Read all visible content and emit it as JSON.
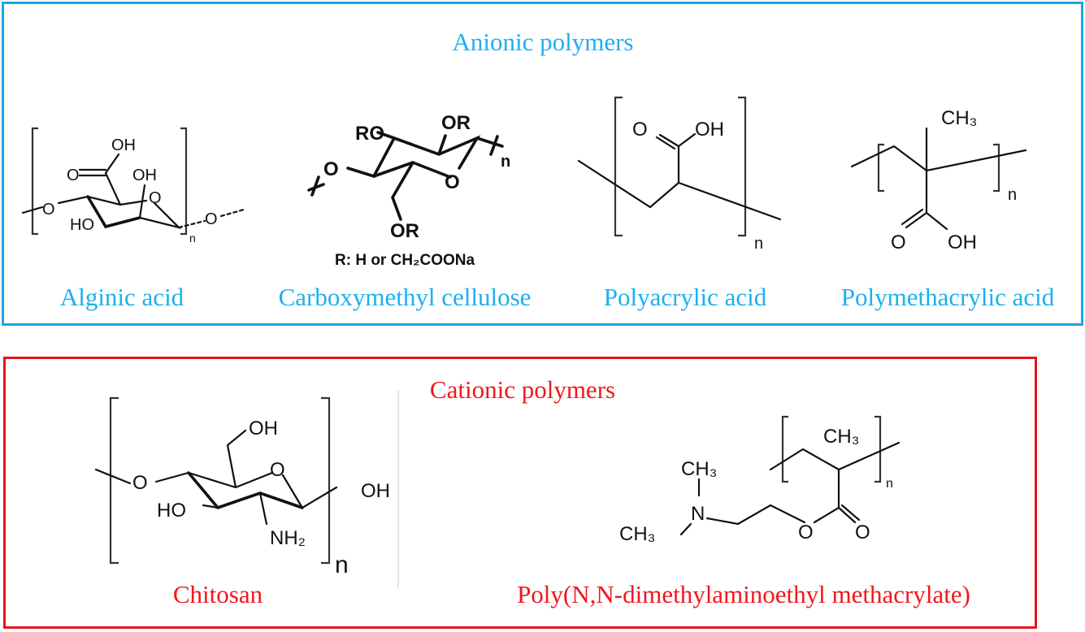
{
  "anionic": {
    "title": "Anionic polymers",
    "color": "#1cb0ee",
    "polymers": [
      {
        "name": "Alginic acid",
        "labels": [
          "OH",
          "O",
          "OH",
          "O",
          "O",
          "HO",
          "n",
          "O"
        ]
      },
      {
        "name": "Carboxymethyl cellulose",
        "labels": [
          "RO",
          "OR",
          "O",
          "O",
          "OR",
          "n"
        ],
        "note": "R: H or CH₂COONa"
      },
      {
        "name": "Polyacrylic acid",
        "labels": [
          "O",
          "OH",
          "n"
        ]
      },
      {
        "name": "Polymethacrylic acid",
        "labels": [
          "CH₃",
          "O",
          "OH",
          "n"
        ]
      }
    ]
  },
  "cationic": {
    "title": "Cationic polymers",
    "color": "#f2161c",
    "polymers": [
      {
        "name": "Chitosan",
        "labels": [
          "OH",
          "O",
          "O",
          "OH",
          "HO",
          "NH₂",
          "n"
        ]
      },
      {
        "name": "Poly(N,N-dimethylaminoethyl methacrylate)",
        "labels": [
          "CH₃",
          "n",
          "CH₃",
          "N",
          "CH₃",
          "O",
          "O"
        ]
      }
    ]
  }
}
